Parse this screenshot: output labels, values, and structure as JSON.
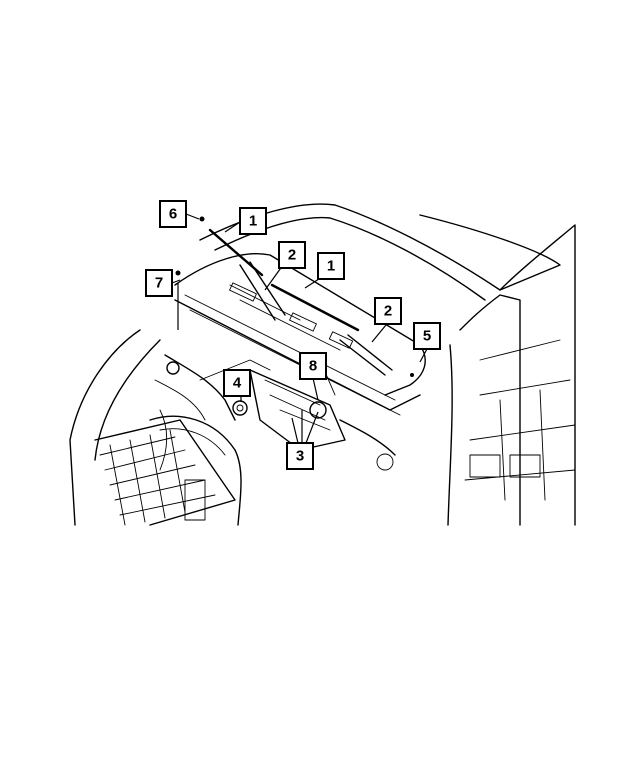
{
  "callouts": [
    {
      "id": "1a",
      "label": "1"
    },
    {
      "id": "1b",
      "label": "1"
    },
    {
      "id": "2a",
      "label": "2"
    },
    {
      "id": "2b",
      "label": "2"
    },
    {
      "id": "3",
      "label": "3"
    },
    {
      "id": "4",
      "label": "4"
    },
    {
      "id": "5",
      "label": "5"
    },
    {
      "id": "6",
      "label": "6"
    },
    {
      "id": "7",
      "label": "7"
    },
    {
      "id": "8",
      "label": "8"
    }
  ],
  "colors": {
    "ink": "#000000",
    "paper": "#ffffff"
  }
}
